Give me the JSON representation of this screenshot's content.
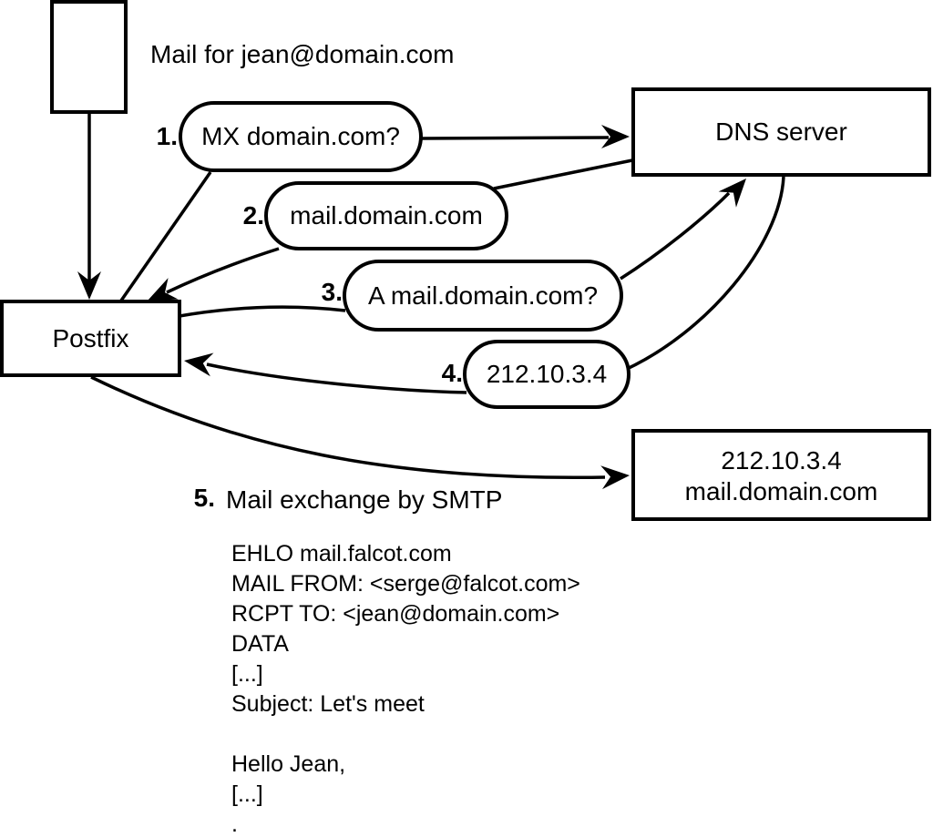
{
  "title": "Mail for jean@domain.com",
  "nodes": {
    "postfix": "Postfix",
    "dns_server": "DNS server",
    "mail_server_line1": "212.10.3.4",
    "mail_server_line2": "mail.domain.com"
  },
  "steps": [
    {
      "number": "1.",
      "label": "MX domain.com?"
    },
    {
      "number": "2.",
      "label": "mail.domain.com"
    },
    {
      "number": "3.",
      "label": "A mail.domain.com?"
    },
    {
      "number": "4.",
      "label": "212.10.3.4"
    },
    {
      "number": "5.",
      "label": "Mail exchange by SMTP"
    }
  ],
  "smtp_session_lines": [
    "EHLO mail.falcot.com",
    "MAIL FROM: <serge@falcot.com>",
    "RCPT TO: <jean@domain.com>",
    "DATA",
    "[...]",
    "Subject: Let's meet",
    "",
    "Hello Jean,",
    "[...]",
    "."
  ],
  "colors": {
    "stroke": "#000000",
    "background": "#ffffff"
  }
}
